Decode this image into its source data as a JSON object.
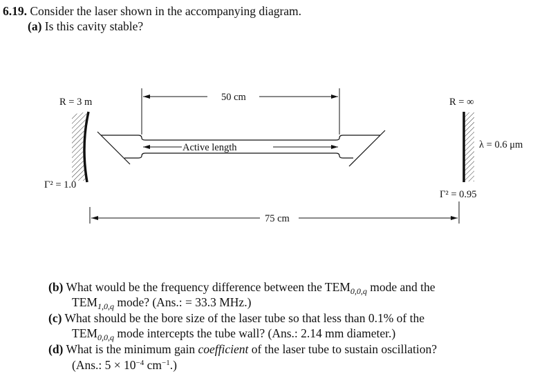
{
  "problem": {
    "number": "6.19.",
    "intro": "Consider the laser shown in the accompanying diagram.",
    "parts": [
      {
        "label": "(a)",
        "text": "Is this cavity stable?"
      },
      {
        "label": "(b)",
        "text1": "What would be the frequency difference between the TEM",
        "sub1": "0,0,q",
        "text2": " mode and the",
        "line2a": "TEM",
        "sub2": "1,0,q",
        "line2b": " mode? (Ans.: = 33.3 MHz.)"
      },
      {
        "label": "(c)",
        "text1": "What should be the bore size of the laser tube so that less than 0.1% of the",
        "line2a": "TEM",
        "sub2": "0,0,q",
        "line2b": " mode intercepts the tube wall? (Ans.: 2.14 mm diameter.)"
      },
      {
        "label": "(d)",
        "text1a": "What is the minimum gain ",
        "text1em": "coefficient",
        "text1b": " of the laser tube to sustain oscillation?",
        "line2a": "(Ans.: 5 × 10",
        "sup1": "−4",
        "line2b": " cm",
        "sup2": "−1",
        "line2c": ".)"
      }
    ]
  },
  "diagram": {
    "left_mirror_R": "R = 3 m",
    "right_mirror_R": "R = ∞",
    "left_reflectivity": "Γ² = 1.0",
    "right_reflectivity": "Γ² = 0.95",
    "wavelength": "λ = 0.6 μm",
    "tube_length": "50 cm",
    "active_length": "Active length",
    "cavity_length": "75 cm"
  }
}
